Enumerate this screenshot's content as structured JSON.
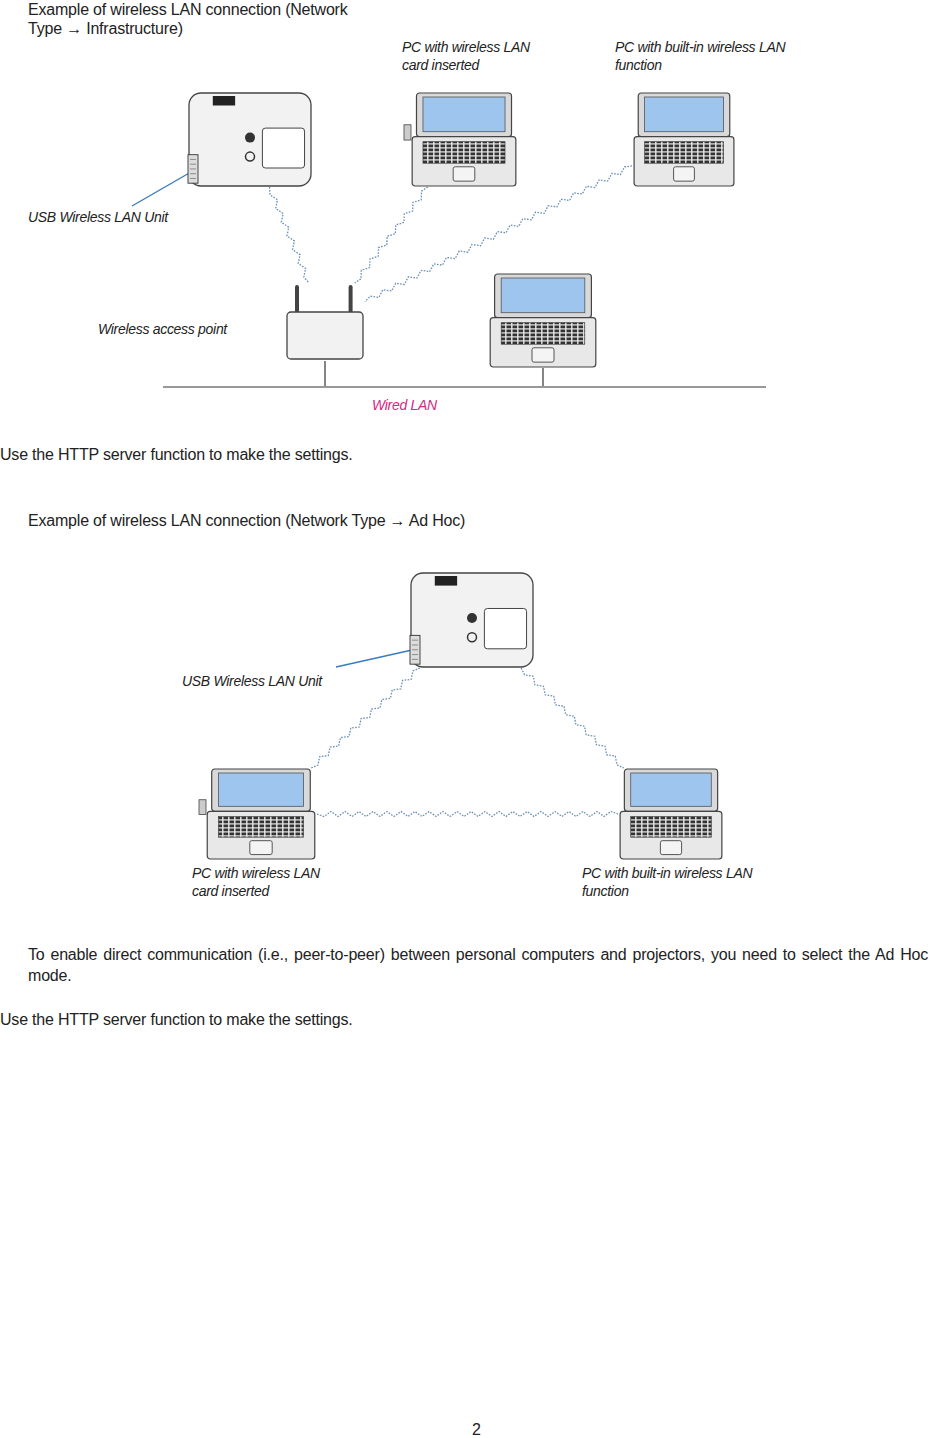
{
  "diagram": {
    "nodes": [
      {
        "text": [
          "USB Wireless LAN Unit"
        ]
      },
      {
        "text": [
          "PC with wireless LAN card inserted"
        ]
      },
      {
        "text": [
          "PC with built-in wireless LAN function"
        ]
      },
      {
        "text": [
          "Wireless access point"
        ]
      },
      {
        "text": []
      },
      {
        "text": [
          "Wired LAN"
        ]
      },
      {
        "text": [
          "USB Wireless LAN Unit"
        ]
      },
      {
        "text": [
          "PC with wireless LAN card inserted"
        ]
      },
      {
        "text": [
          "PC with built-in wireless LAN function"
        ]
      }
    ],
    "edges": [
      {
        "from": 0,
        "to": 3,
        "arrow": "none"
      },
      {
        "from": 1,
        "to": 3,
        "arrow": "none"
      },
      {
        "from": 2,
        "to": 3,
        "arrow": "none"
      },
      {
        "from": 3,
        "to": 5,
        "arrow": "none"
      },
      {
        "from": 4,
        "to": 5,
        "arrow": "none"
      },
      {
        "from": 6,
        "to": 7,
        "arrow": "none"
      },
      {
        "from": 6,
        "to": 8,
        "arrow": "none"
      },
      {
        "from": 7,
        "to": 8,
        "arrow": "none"
      }
    ],
    "labels": [
      "Example of wireless LAN connection (Network Type → Infrastructure)",
      "Use the HTTP server function to make the settings.",
      "Example of wireless LAN connection (Network Type → Ad Hoc)",
      "To enable direct communication (i.e., peer-to-peer) between personal computers and projectors, you need to select the Ad Hoc mode.",
      "Use the HTTP server function to make the settings.",
      "2"
    ]
  }
}
